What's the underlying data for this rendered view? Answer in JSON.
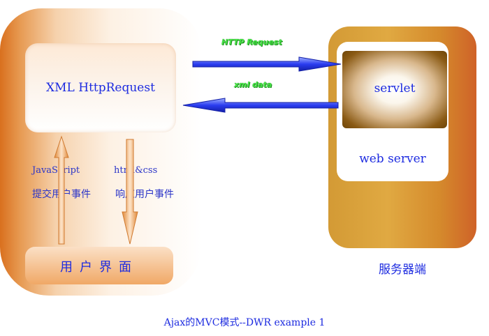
{
  "client": {
    "xhr_label": "XML HttpRequest",
    "javascript_label": "JavaScript",
    "htmlcss_label": "html&css",
    "submit_label": "提交用户事件",
    "respond_label": "响应用户事件",
    "ui_label": "用户界面"
  },
  "arrows": {
    "request_label": "HTTP Request",
    "response_label": "xml data"
  },
  "server": {
    "servlet_label": "servlet",
    "webserver_label": "web server",
    "caption": "服务器端"
  },
  "caption": "Ajax的MVC模式--DWR example 1",
  "colors": {
    "text_blue": "#1d2be0",
    "arrow_blue": "#2a3cf0",
    "arrow_label_green": "#46e246",
    "client_orange": "#d9701e",
    "server_gold": "#d39a35"
  }
}
